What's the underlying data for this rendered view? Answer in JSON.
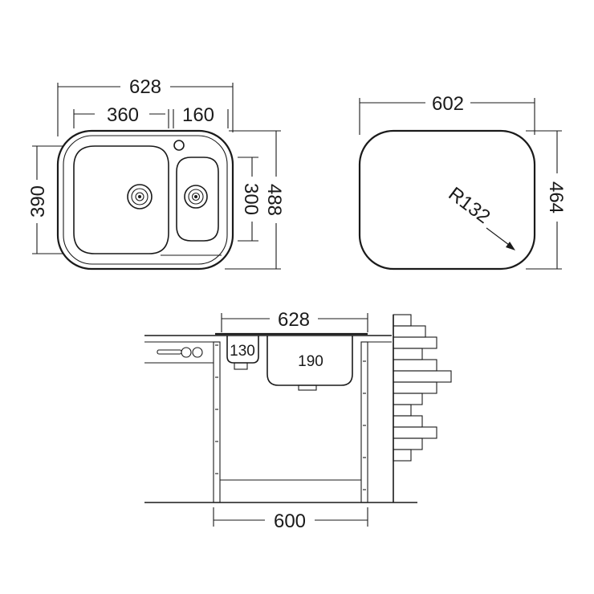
{
  "top_view": {
    "overall_width": "628",
    "main_bowl_width": "360",
    "small_bowl_width": "160",
    "overall_depth": "390",
    "small_bowl_depth": "300",
    "total_depth": "488"
  },
  "cutout": {
    "width": "602",
    "height": "464",
    "radius": "R132"
  },
  "section": {
    "width": "628",
    "small_bowl_depth": "130",
    "main_bowl_depth": "190",
    "cabinet_width": "600"
  }
}
